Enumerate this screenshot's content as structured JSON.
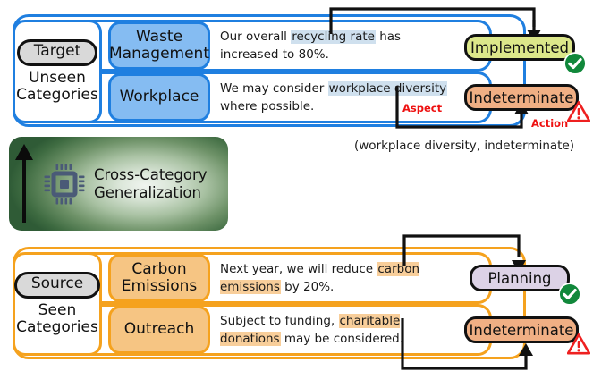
{
  "diagram": {
    "title": "Cross-Category Generalization",
    "caption": "(workplace diversity, indeterminate)"
  },
  "colors": {
    "target_border": "#1F7FE0",
    "source_border": "#F5A21E",
    "category_blue": "#85BCF2",
    "category_orange": "#F6C583",
    "highlight_blue": "#CFE0EE",
    "highlight_orange": "#F8CE9A",
    "status_implemented": "#DCE78A",
    "status_indeterminate": "#F0AF84",
    "status_planning": "#DCD2E6",
    "check_green": "#11883B",
    "warning_red": "#EE2020",
    "annotation_red": "#EE1111",
    "chip_icon": "#4A5A77",
    "pill_grey": "#D9D9D9"
  },
  "top_panel": {
    "side": {
      "pill_label": "Target",
      "sub_line1": "Unseen",
      "sub_line2": "Categories"
    },
    "rows": [
      {
        "category_line1": "Waste",
        "category_line2": "Management",
        "sentence_pre": "Our overall ",
        "sentence_highlight": "recycling rate",
        "sentence_post": " has increased to 80%.",
        "status": "Implemented",
        "badge": "check-icon"
      },
      {
        "category_line1": "Workplace",
        "category_line2": "",
        "sentence_pre": "We may consider ",
        "sentence_highlight": "workplace diversity",
        "sentence_post": " where possible.",
        "status": "Indeterminate",
        "badge": "warning-icon"
      }
    ],
    "edge_labels": {
      "aspect": "Aspect",
      "action": "Action"
    }
  },
  "bottom_panel": {
    "side": {
      "pill_label": "Source",
      "sub_line1": "Seen",
      "sub_line2": "Categories"
    },
    "rows": [
      {
        "category_line1": "Carbon",
        "category_line2": "Emissions",
        "sentence_pre": "Next year, we will reduce ",
        "sentence_highlight": "carbon emissions",
        "sentence_post": " by 20%.",
        "status": "Planning",
        "badge": "check-icon"
      },
      {
        "category_line1": "Outreach",
        "category_line2": "",
        "sentence_pre": "Subject to funding, ",
        "sentence_highlight": "charitable donations",
        "sentence_post": " may be considered.",
        "status": "Indeterminate",
        "badge": "warning-icon"
      }
    ]
  }
}
